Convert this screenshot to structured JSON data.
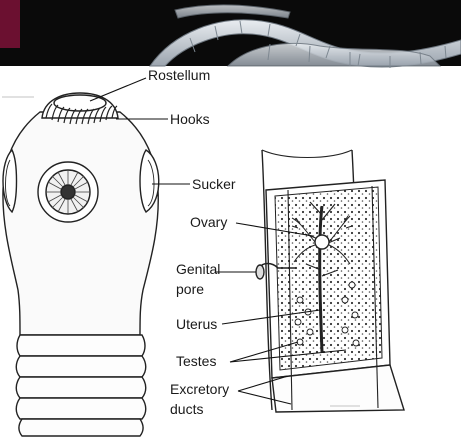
{
  "labels": {
    "rostellum": "Rostellum",
    "hooks": "Hooks",
    "sucker": "Sucker",
    "ovary": "Ovary",
    "genital_line1": "Genital",
    "genital_line2": "pore",
    "uterus": "Uterus",
    "testes": "Testes",
    "excretory_line1": "Excretory",
    "excretory_line2": "ducts"
  },
  "colors": {
    "banner_background": "#0a0a0a",
    "banner_accent": "#6b1030",
    "worm_segment": "#c9cfd6",
    "line_art": "#222222"
  }
}
